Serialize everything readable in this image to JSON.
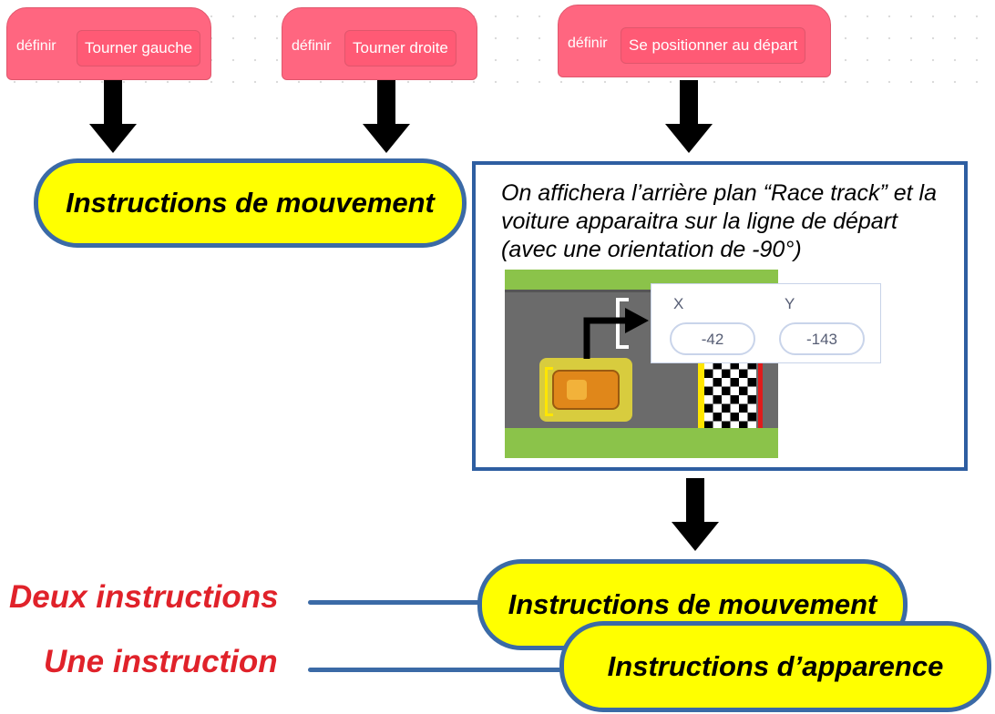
{
  "blocks": [
    {
      "define_label": "définir",
      "name": "Tourner gauche"
    },
    {
      "define_label": "définir",
      "name": "Tourner droite"
    },
    {
      "define_label": "définir",
      "name": "Se positionner au départ"
    }
  ],
  "top_left_label": "Instructions de mouvement",
  "description": "On affichera l’arrière plan “Race track” et la voiture apparaitra sur la ligne de départ (avec une orientation de -90°)",
  "coordinates": {
    "x_label": "X",
    "y_label": "Y",
    "x_value": "-42",
    "y_value": "-143"
  },
  "bottom": {
    "movement_label": "Instructions de mouvement",
    "appearance_label": "Instructions d’apparence",
    "two_instructions": "Deux instructions",
    "one_instruction": "Une instruction"
  },
  "colors": {
    "block": "#ff6680",
    "pill_fill": "#ffff00",
    "pill_border": "#3b6aa6",
    "side_text": "#e0222a"
  }
}
